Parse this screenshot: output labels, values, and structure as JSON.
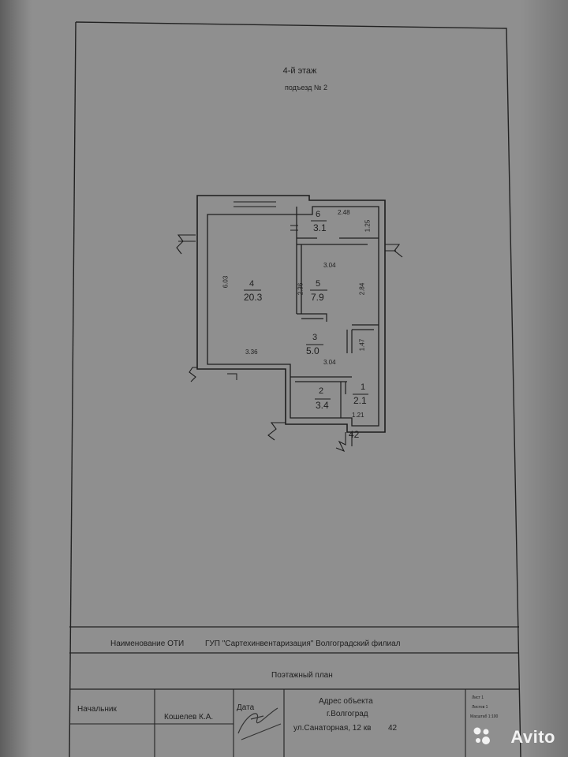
{
  "header": {
    "floor": "4-й этаж",
    "entrance": "подъезд № 2"
  },
  "plan": {
    "rooms": [
      {
        "num": "1",
        "area": "2.1"
      },
      {
        "num": "2",
        "area": "3.4"
      },
      {
        "num": "3",
        "area": "5.0"
      },
      {
        "num": "4",
        "area": "20.3"
      },
      {
        "num": "5",
        "area": "7.9"
      },
      {
        "num": "6",
        "area": "3.1"
      }
    ],
    "dims": {
      "d_2_48": "2.48",
      "d_1_25": "1.25",
      "d_3_04_top": "3.04",
      "d_6_03": "6.03",
      "d_2_36": "2.36",
      "d_2_84": "2.84",
      "d_1_47": "1.47",
      "d_3_36": "3.36",
      "d_3_04_bottom": "3.04",
      "d_1_21": "1.21"
    },
    "apartment_number": "42"
  },
  "title_block": {
    "oti_label": "Наименование ОТИ",
    "oti_value": "ГУП \"Сартехинвентаризация\" Волгоградский филиал",
    "plan_type": "Поэтажный план",
    "chief_label": "Начальник",
    "chief_name": "Кошелев К.А.",
    "date_label": "Дата",
    "address_label": "Адрес объекта",
    "city": "г.Волгоград",
    "street": "ул.Санаторная, 12 кв",
    "apartment": "42",
    "sheet": "Лист 1",
    "sheets": "Листов 1",
    "scale": "Масштаб 1:100"
  },
  "watermark": {
    "brand": "Avito"
  }
}
